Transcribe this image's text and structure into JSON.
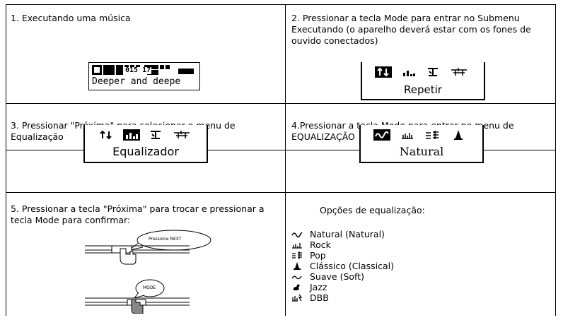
{
  "cells": {
    "c1": {
      "text": "1. Executando uma música"
    },
    "c2": {
      "text": "2. Pressionar a tecla Mode para entrar no Submenu Executando (o aparelho deverá estar com os fones de ouvido conectados)"
    },
    "c3": {
      "text": "3. Pressionar \"Próxima\" para selecionar o menu de Equalização"
    },
    "c4": {
      "text": "4.Pressionar a tecla Mode para entrar no menu de EQUALIZAÇÃO"
    },
    "c5": {
      "text": "5. Pressionar a tecla \"Próxima\" para trocar e pressionar a tecla Mode para confirmar:"
    },
    "c6": {
      "text": "Opções de equalização:"
    }
  },
  "lcd1": {
    "line1": "015 17",
    "line2": "Deeper and deepe"
  },
  "menu2": {
    "label": "Repetir"
  },
  "menu3": {
    "label": "Equalizador"
  },
  "menu4": {
    "label": "Natural"
  },
  "buttons": {
    "next": "Pressione NEXT",
    "mode": "MODE"
  },
  "eq_options": [
    {
      "icon": "natural-icon",
      "label": "Natural (Natural)"
    },
    {
      "icon": "rock-icon",
      "label": "Rock"
    },
    {
      "icon": "pop-icon",
      "label": "Pop"
    },
    {
      "icon": "classical-icon",
      "label": "Clássico (Classical)"
    },
    {
      "icon": "soft-icon",
      "label": "Suave (Soft)"
    },
    {
      "icon": "jazz-icon",
      "label": "Jazz"
    },
    {
      "icon": "dbb-icon",
      "label": "DBB"
    }
  ]
}
